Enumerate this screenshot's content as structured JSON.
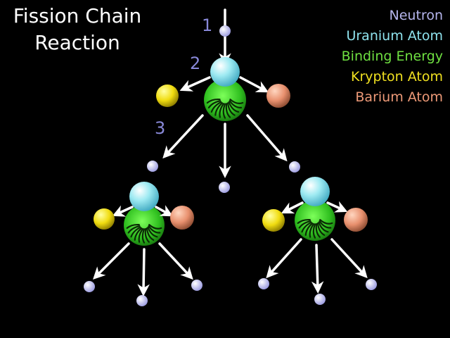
{
  "title": {
    "line1": "Fission Chain",
    "line2": "Reaction"
  },
  "legend": [
    {
      "label": "Neutron",
      "color": "#b6b6ee"
    },
    {
      "label": "Uranium Atom",
      "color": "#8fe3ee"
    },
    {
      "label": "Binding Energy",
      "color": "#6fe041"
    },
    {
      "label": "Krypton Atom",
      "color": "#f0e020"
    },
    {
      "label": "Barium Atom",
      "color": "#ee9a78"
    }
  ],
  "steps": [
    "1",
    "2",
    "3"
  ],
  "colors": {
    "neutron": "#b8b8f0",
    "uranium": "#8fe3ee",
    "binding_energy": "#2fbf1f",
    "krypton": "#f2e21a",
    "barium": "#e8906e",
    "arrow": "#ffffff"
  }
}
